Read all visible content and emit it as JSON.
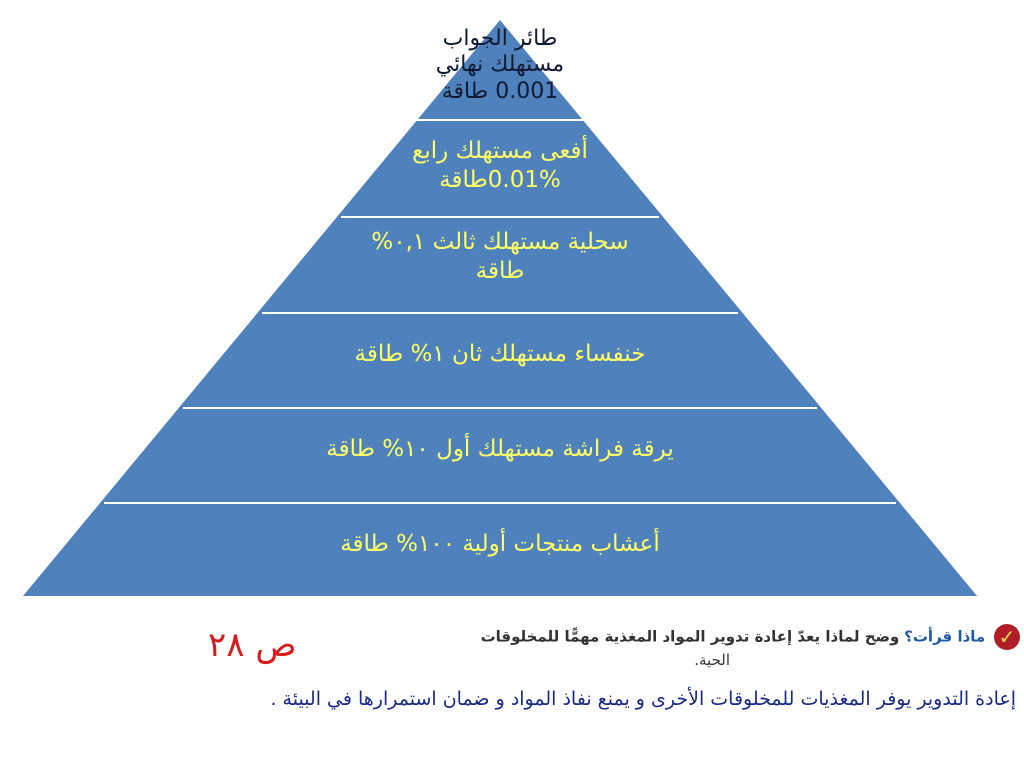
{
  "pyramid": {
    "levels": [
      {
        "lines": [
          "طائر الجواب",
          "مستهلك نهائي",
          "0.001 طاقة"
        ]
      },
      {
        "lines": [
          "أفعى مستهلك رابع",
          "0.01%طاقة"
        ]
      },
      {
        "lines": [
          "سحلية مستهلك ثالث ٠,١%",
          "طاقة"
        ]
      },
      {
        "lines": [
          "خنفساء مستهلك ثان ١% طاقة"
        ]
      },
      {
        "lines": [
          "يرقة فراشة مستهلك أول ١٠% طاقة"
        ]
      },
      {
        "lines": [
          "أعشاب منتجات أولية ١٠٠% طاقة"
        ]
      }
    ],
    "fill_color": "#4f81bd",
    "label_color": "#ffff66",
    "top_label_color": "#111a33"
  },
  "page_ref": "ص ٢٨",
  "question": {
    "icon": "check-badge-icon",
    "heading": "ماذا قرأت؟",
    "text": "وضح لماذا يعدّ إعادة تدوير المواد المغذية مهمًّا للمخلوقات",
    "text_end": "الحية."
  },
  "answer": "إعادة التدوير يوفر المغذيات للمخلوقات الأخرى و يمنع نفاذ المواد و ضمان استمرارها في البيئة ."
}
